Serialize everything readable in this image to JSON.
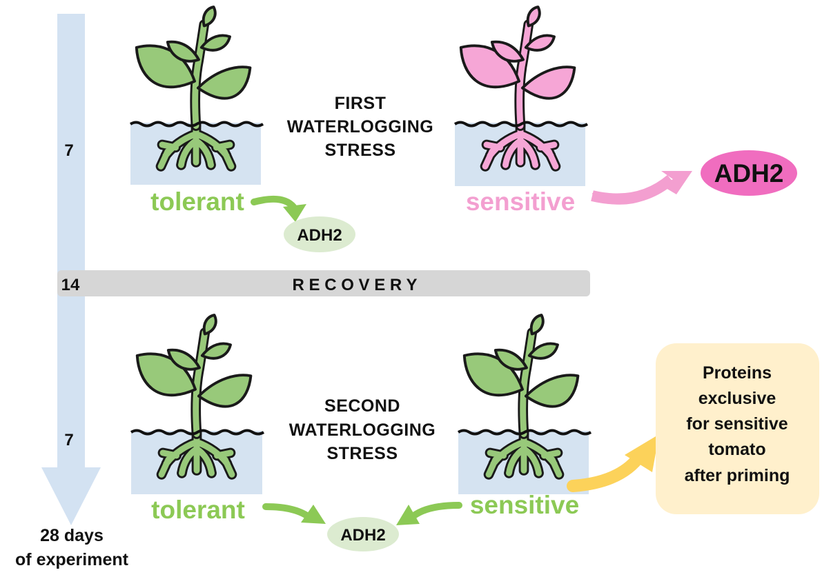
{
  "timeline": {
    "day_first": "7",
    "day_recovery": "14",
    "day_second": "7",
    "footer_line1": "28 days",
    "footer_line2": "of experiment"
  },
  "recovery": {
    "label": "R E C O V E R Y"
  },
  "first_stress": {
    "heading_lines": [
      "FIRST",
      "WATERLOGGING",
      "STRESS"
    ],
    "tolerant_label": "tolerant",
    "sensitive_label": "sensitive",
    "tolerant_adh": "ADH2",
    "sensitive_adh": "ADH2"
  },
  "second_stress": {
    "heading_lines": [
      "SECOND",
      "WATERLOGGING",
      "STRESS"
    ],
    "tolerant_label": "tolerant",
    "sensitive_label": "sensitive",
    "shared_adh": "ADH2",
    "proteins_box_lines": [
      "Proteins",
      "exclusive",
      "for sensitive",
      "tomato",
      "after priming"
    ]
  },
  "colors": {
    "tolerant_green": "#8cc955",
    "sensitive_pink": "#f39fd0",
    "water_blue": "#d5e3f1",
    "timeline_blue": "#d3e2f2",
    "recovery_gray": "#d6d6d6",
    "ellipse_light_green": "#dcebd0",
    "ellipse_pink": "#f06dbf",
    "proteins_box_fill": "#fff0cc",
    "yellow_arrow": "#fcd25a"
  }
}
